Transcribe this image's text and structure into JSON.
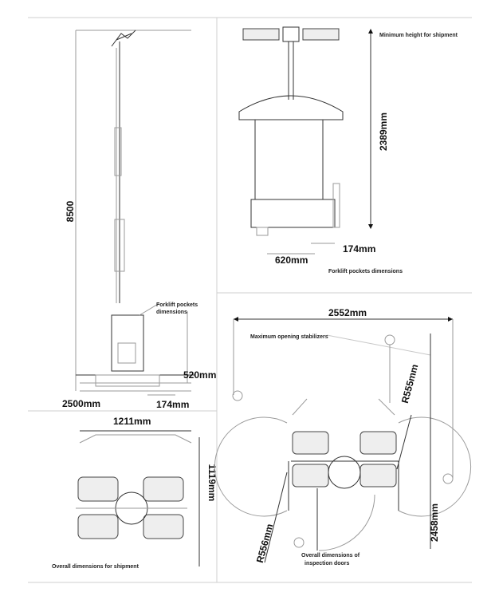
{
  "tower_side_view": {
    "height_label": "8500",
    "forklift_note_line1": "Forklift pockets",
    "forklift_note_line2": "dimensions",
    "pocket_height_label": "520mm",
    "base_width_label": "2500mm",
    "pocket_width_label": "174mm"
  },
  "shipment_side_view": {
    "min_height_note": "Minimum height for shipment",
    "height_label": "2389mm",
    "pocket_width_label": "174mm",
    "pocket_spacing_label": "620mm",
    "forklift_note": "Forklift pockets dimensions"
  },
  "shipment_top_view": {
    "width_label": "1211mm",
    "depth_label": "1119mm",
    "note": "Overall dimensions for shipment"
  },
  "stabilizers_top_view": {
    "width_label": "2552mm",
    "stabilizer_note": "Maximum opening stabilizers",
    "radius_right_label": "R555mm",
    "depth_label": "2458mm",
    "radius_left_label": "R556mm",
    "doors_note_line1": "Overall dimensions of",
    "doors_note_line2": "inspection doors"
  }
}
